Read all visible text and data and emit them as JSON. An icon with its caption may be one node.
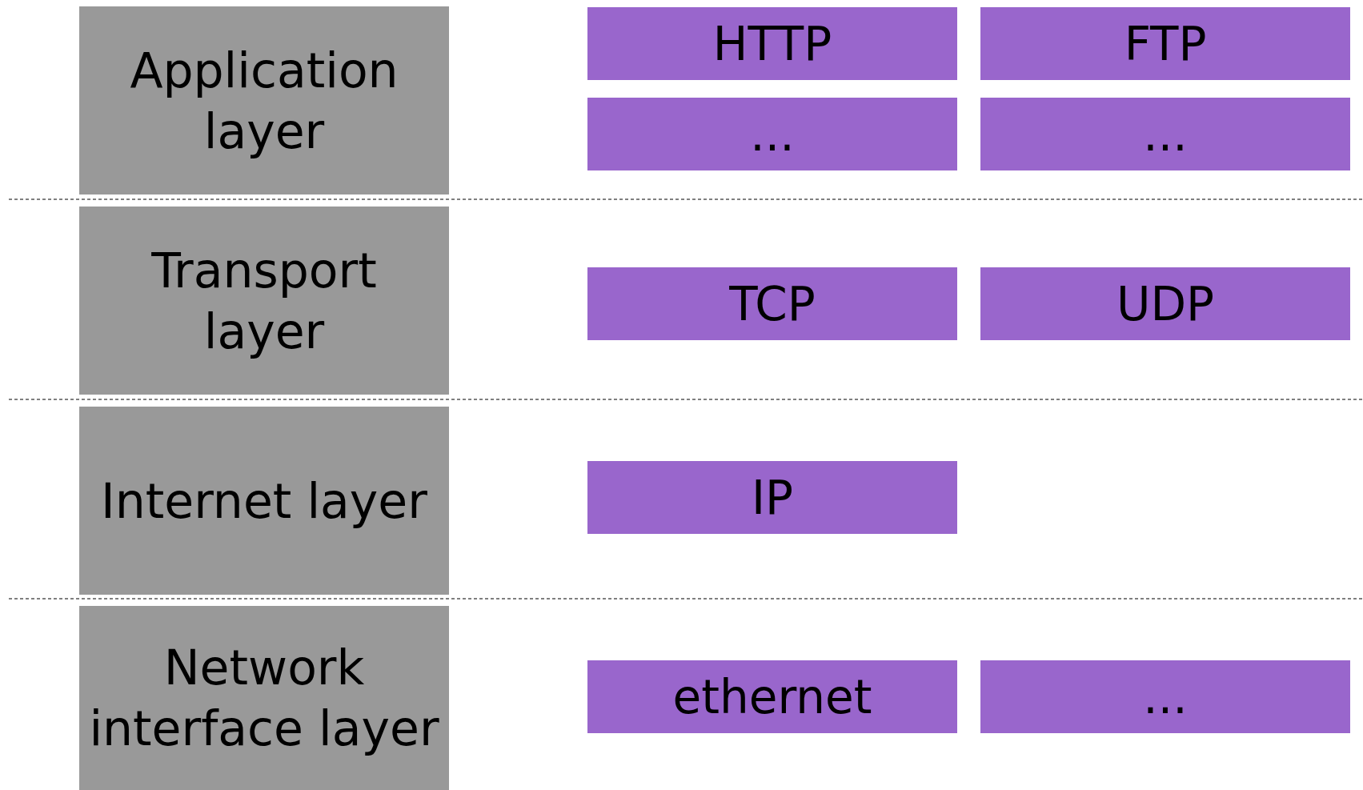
{
  "diagram": {
    "nodes": [
      {
        "text": [
          "Application layer"
        ]
      },
      {
        "text": [
          "HTTP"
        ]
      },
      {
        "text": [
          "FTP"
        ]
      },
      {
        "text": [
          "..."
        ]
      },
      {
        "text": [
          "..."
        ]
      },
      {
        "text": [
          "Transport layer"
        ]
      },
      {
        "text": [
          "TCP"
        ]
      },
      {
        "text": [
          "UDP"
        ]
      },
      {
        "text": [
          "Internet layer"
        ]
      },
      {
        "text": [
          "IP"
        ]
      },
      {
        "text": [
          "Network interface layer"
        ]
      },
      {
        "text": [
          "ethernet"
        ]
      },
      {
        "text": [
          "..."
        ]
      }
    ]
  }
}
